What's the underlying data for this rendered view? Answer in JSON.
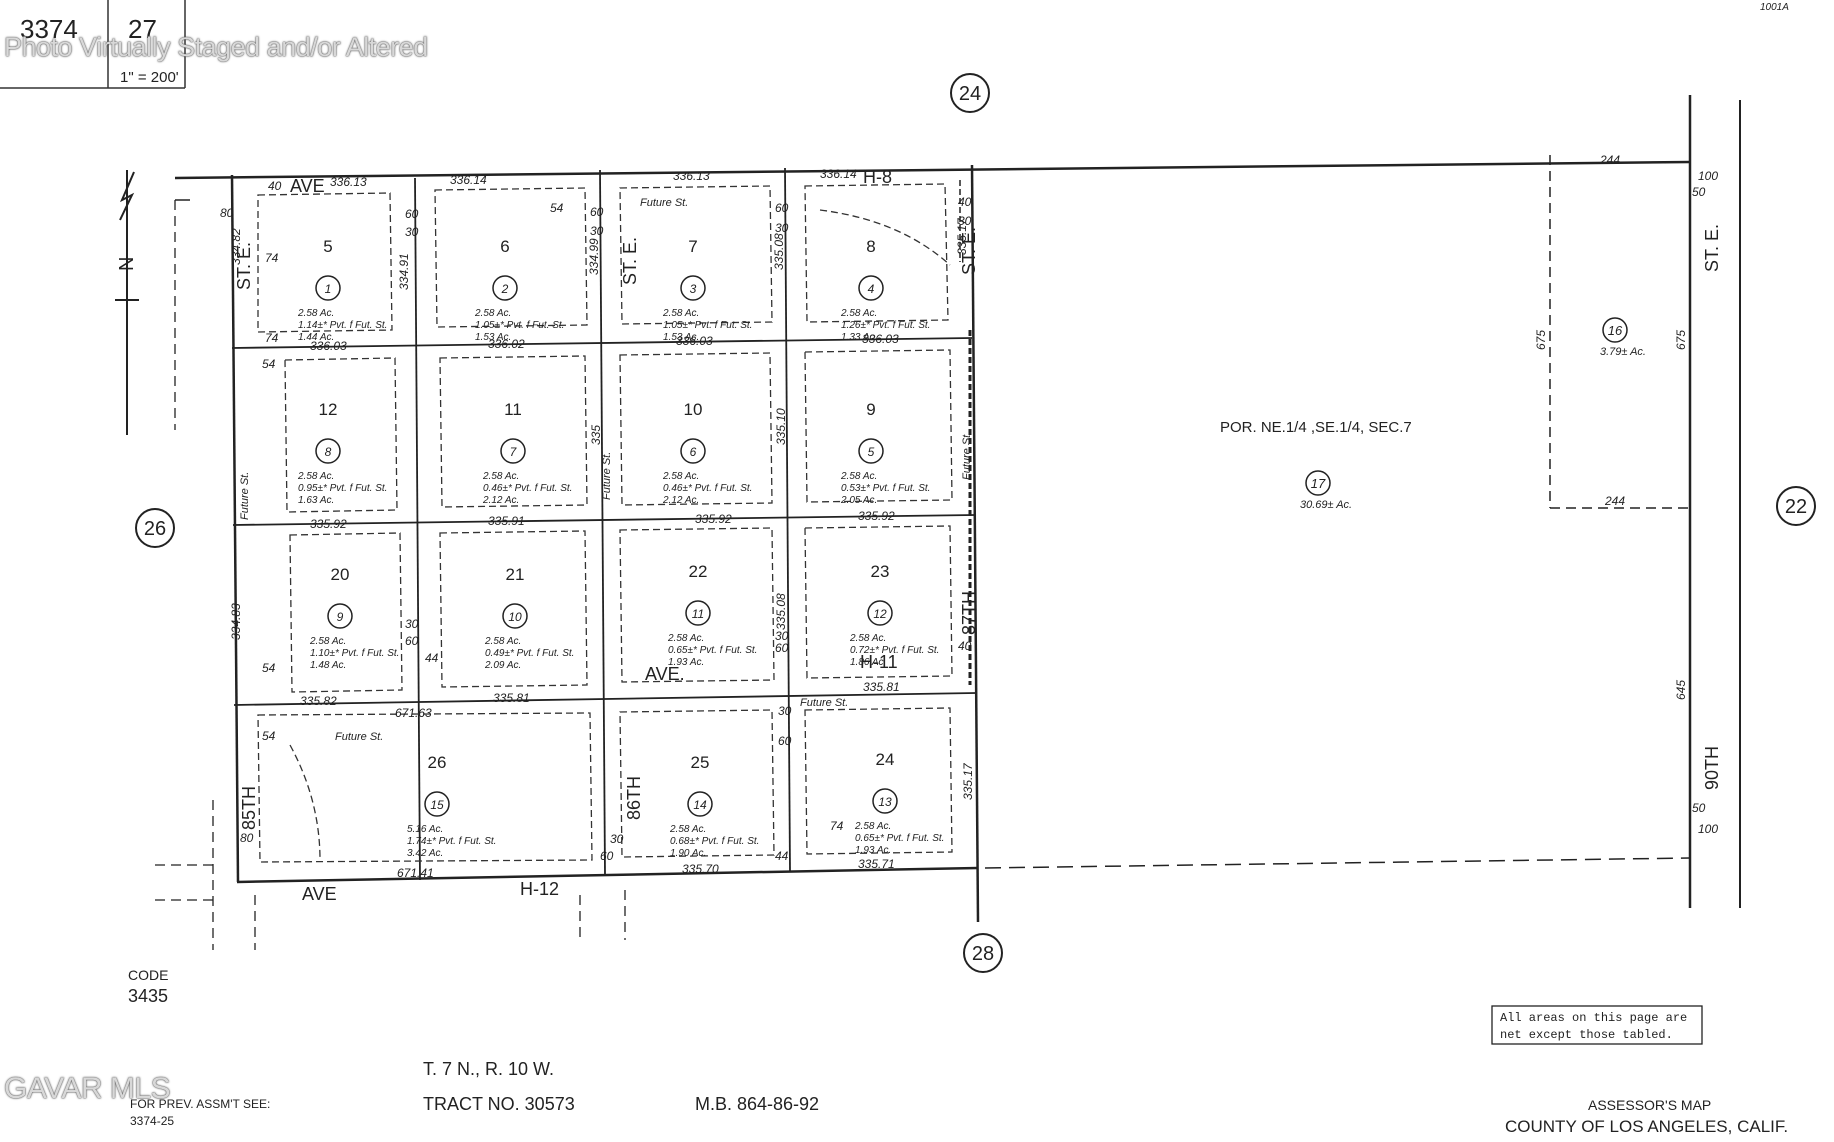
{
  "header": {
    "map_book": "3374",
    "map_page": "27",
    "scale": "1\" = 200'",
    "watermark": "Photo Virtually Staged and/or Altered",
    "top_right_code": "1001A"
  },
  "neighbor_pages": {
    "north": "24",
    "west": "26",
    "east": "22",
    "south": "28"
  },
  "streets": {
    "ave_h8_left": "AVE",
    "ave_h8_right": "H-8",
    "st_e_1": "ST. E.",
    "st_e_2": "ST. E.",
    "st_e_3": "ST. E.",
    "st_e_4": "ST. E.",
    "ave_h11_left": "AVE.",
    "ave_h11_right": "H-11",
    "ave_h12_left": "AVE",
    "ave_h12_right": "H-12",
    "th85": "85TH",
    "th86": "86TH",
    "th87": "87TH",
    "th90": "90TH",
    "future_st": "Future St."
  },
  "parcels": [
    {
      "lot": "5",
      "num": "1",
      "l1": "2.58 Ac.",
      "l2": "1.14±* Pvt. f Fut. St.",
      "l3": "1.44 Ac."
    },
    {
      "lot": "6",
      "num": "2",
      "l1": "2.58 Ac.",
      "l2": "1.05±* Pvt. f Fut. St.",
      "l3": "1.53 Ac."
    },
    {
      "lot": "7",
      "num": "3",
      "l1": "2.58 Ac.",
      "l2": "1.05±* Pvt. f Fut. St.",
      "l3": "1.53 Ac."
    },
    {
      "lot": "8",
      "num": "4",
      "l1": "2.58 Ac.",
      "l2": "1.26±* Pvt. f Fut. St.",
      "l3": "1.33 Ac."
    },
    {
      "lot": "12",
      "num": "8",
      "l1": "2.58 Ac.",
      "l2": "0.95±* Pvt. f Fut. St.",
      "l3": "1.63 Ac."
    },
    {
      "lot": "11",
      "num": "7",
      "l1": "2.58 Ac.",
      "l2": "0.46±* Pvt. f Fut. St.",
      "l3": "2.12 Ac."
    },
    {
      "lot": "10",
      "num": "6",
      "l1": "2.58 Ac.",
      "l2": "0.46±* Pvt. f Fut. St.",
      "l3": "2.12 Ac."
    },
    {
      "lot": "9",
      "num": "5",
      "l1": "2.58 Ac.",
      "l2": "0.53±* Pvt. f Fut. St.",
      "l3": "2.05 Ac."
    },
    {
      "lot": "20",
      "num": "9",
      "l1": "2.58 Ac.",
      "l2": "1.10±* Pvt. f Fut. St.",
      "l3": "1.48 Ac."
    },
    {
      "lot": "21",
      "num": "10",
      "l1": "2.58 Ac.",
      "l2": "0.49±* Pvt. f Fut. St.",
      "l3": "2.09 Ac."
    },
    {
      "lot": "22",
      "num": "11",
      "l1": "2.58 Ac.",
      "l2": "0.65±* Pvt. f Fut. St.",
      "l3": "1.93 Ac."
    },
    {
      "lot": "23",
      "num": "12",
      "l1": "2.58 Ac.",
      "l2": "0.72±* Pvt. f Fut. St.",
      "l3": "1.86 Ac."
    },
    {
      "lot": "26",
      "num": "15",
      "l1": "5.16 Ac.",
      "l2": "1.74±* Pvt. f Fut. St.",
      "l3": "3.42 Ac."
    },
    {
      "lot": "25",
      "num": "14",
      "l1": "2.58 Ac.",
      "l2": "0.68±* Pvt. f Fut. St.",
      "l3": "1.90 Ac."
    },
    {
      "lot": "24",
      "num": "13",
      "l1": "2.58 Ac.",
      "l2": "0.65±* Pvt. f Fut. St.",
      "l3": "1.93 Ac."
    }
  ],
  "parcel_16": {
    "num": "16",
    "area": "3.79± Ac."
  },
  "parcel_17": {
    "num": "17",
    "area": "30.69± Ac.",
    "label": "POR. NE.1/4 ,SE.1/4, SEC.7"
  },
  "dims": {
    "top1": "336.13",
    "top2": "336.14",
    "top3": "336.13",
    "top4": "336.14",
    "r1a": "336.03",
    "r1b": "336.02",
    "r1c": "336.03",
    "r1d": "336.03",
    "r2a": "335.92",
    "r2b": "335.91",
    "r2c": "335.92",
    "r2d": "335.92",
    "r3a": "335.82",
    "r3b": "335.81",
    "r3c": "671.63",
    "r3d": "335.81",
    "bot1": "671.41",
    "bot2": "335.70",
    "bot3": "335.71",
    "v1": "334.82",
    "v2": "334.91",
    "v3": "334.99",
    "v4": "335.08",
    "v5": "335.17",
    "v6": "335",
    "v7": "335.10",
    "v8": "334.83",
    "v9": "335.08",
    "v10": "335.17",
    "e1": "244",
    "e2": "244",
    "e3": "675",
    "e4": "675",
    "e5": "645",
    "e6": "100",
    "e7": "50",
    "e8": "100",
    "e9": "50",
    "w40": "40",
    "w30": "30",
    "w60": "60",
    "w54": "54",
    "w74": "74",
    "w44": "44",
    "w80": "80"
  },
  "footer": {
    "code_label": "CODE",
    "code_value": "3435",
    "township": "T. 7 N., R. 10 W.",
    "tract": "TRACT NO. 30573",
    "mb": "M.B. 864-86-92",
    "prev_label": "FOR PREV. ASSM'T SEE:",
    "prev_value": "3374-25",
    "mls": "GAVAR MLS",
    "note_line1": "All areas on this page are",
    "note_line2": "net except those tabled.",
    "assessor_line1": "ASSESSOR'S MAP",
    "assessor_line2": "COUNTY OF LOS ANGELES, CALIF."
  }
}
